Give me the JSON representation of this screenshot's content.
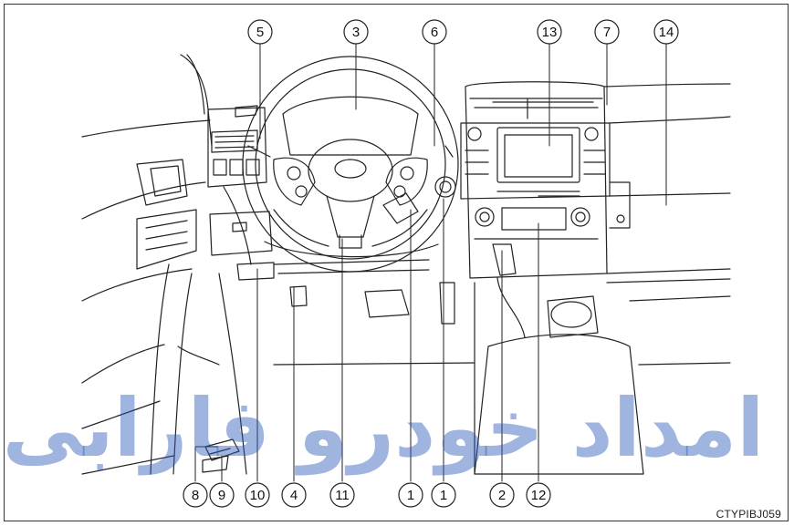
{
  "figure": {
    "code": "CTYPIBJ059",
    "watermark": "امداد خودرو فارابی"
  },
  "callouts_top": [
    {
      "id": "5",
      "label": "5"
    },
    {
      "id": "3",
      "label": "3"
    },
    {
      "id": "6",
      "label": "6"
    },
    {
      "id": "13",
      "label": "13"
    },
    {
      "id": "7",
      "label": "7"
    },
    {
      "id": "14",
      "label": "14"
    }
  ],
  "callouts_bottom": [
    {
      "id": "8",
      "label": "8"
    },
    {
      "id": "9",
      "label": "9"
    },
    {
      "id": "10",
      "label": "10"
    },
    {
      "id": "4",
      "label": "4"
    },
    {
      "id": "11",
      "label": "11"
    },
    {
      "id": "1a",
      "label": "1"
    },
    {
      "id": "1b",
      "label": "1"
    },
    {
      "id": "2",
      "label": "2"
    },
    {
      "id": "12",
      "label": "12"
    }
  ],
  "colors": {
    "line": "#222222",
    "watermark": "#2a58b8"
  }
}
